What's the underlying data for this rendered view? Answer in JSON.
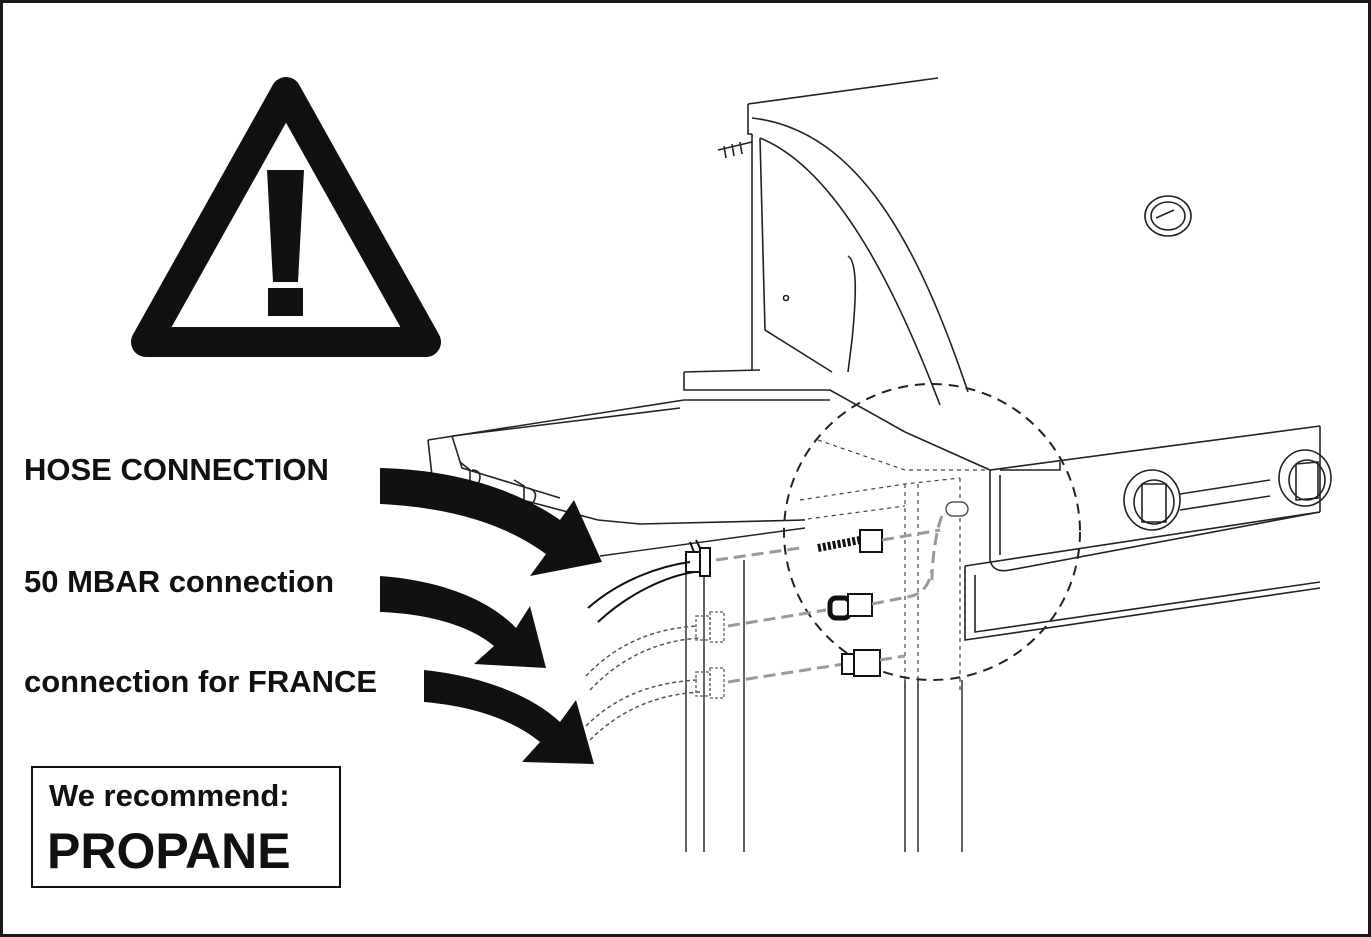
{
  "labels": {
    "hose_connection": "HOSE CONNECTION",
    "mbar_connection": "50 MBAR connection",
    "france_connection": "connection for FRANCE"
  },
  "recommendation": {
    "heading": "We recommend:",
    "gas": "PROPANE"
  },
  "colors": {
    "ink": "#111111",
    "dashed_part": "#9a9a9a",
    "background": "#ffffff"
  },
  "icons": [
    "warning-triangle-icon",
    "arrow-icon"
  ]
}
